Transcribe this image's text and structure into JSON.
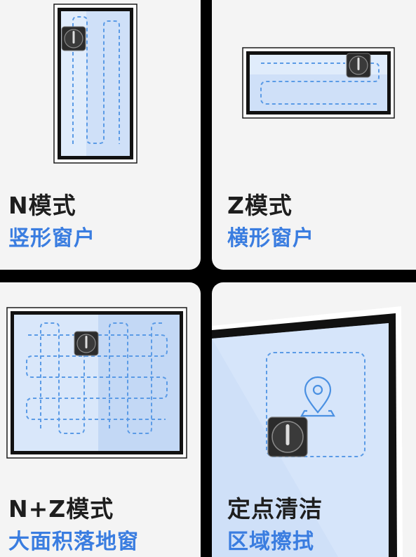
{
  "cards": [
    {
      "title": "N模式",
      "subtitle": "竖形窗户",
      "illustration": "vertical-window-robot-path"
    },
    {
      "title": "Z模式",
      "subtitle": "横形窗户",
      "illustration": "horizontal-window-robot-path"
    },
    {
      "title": "N+Z模式",
      "subtitle": "大面积落地窗",
      "illustration": "large-window-grid-path"
    },
    {
      "title": "定点清洁",
      "subtitle": "区域擦拭",
      "illustration": "spot-clean-location-pin"
    }
  ],
  "colors": {
    "page_background": "#000000",
    "card_background": "#f4f4f4",
    "title": "#1e1e1e",
    "subtitle": "#3a7de0",
    "glass": "#cfe0f8",
    "dashed_path": "#5b9be6"
  }
}
